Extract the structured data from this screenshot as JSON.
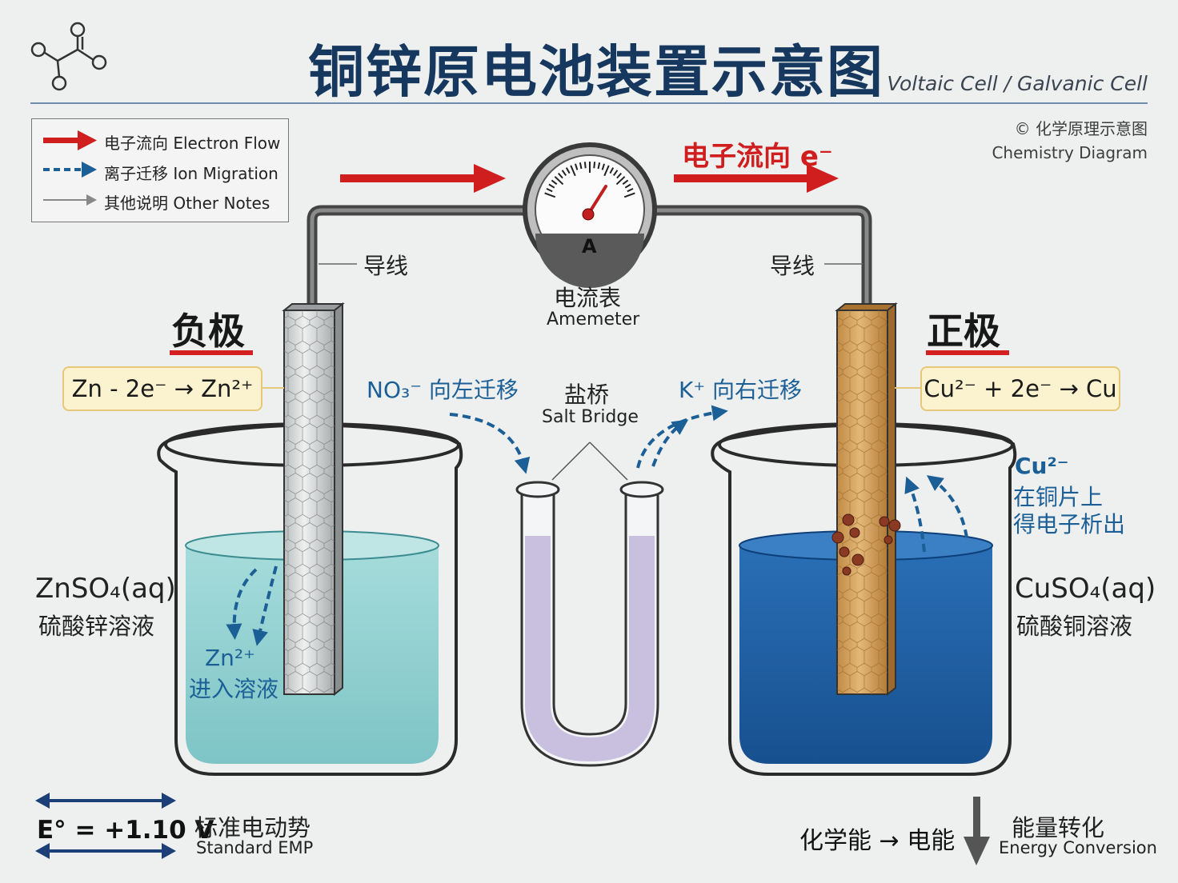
{
  "title": "铜锌原电池装置示意图",
  "subtitle": "Voltaic Cell / Galvanic Cell",
  "copyright": {
    "line1": "© 化学原理示意图",
    "line2": "Chemistry Diagram"
  },
  "legend": [
    {
      "label": "电子流向 Electron Flow",
      "style": "solid-red"
    },
    {
      "label": "离子迁移 Ion Migration",
      "style": "dashed-blue"
    },
    {
      "label": "其他说明 Other Notes",
      "style": "thin-gray"
    }
  ],
  "electron_flow_label": "电子流向 e⁻",
  "ammeter": {
    "symbol": "A",
    "label": "电流表",
    "label_en": "Amemeter"
  },
  "wire_left": "导线",
  "wire_right": "导线",
  "anode": {
    "title": "负极",
    "reaction": "Zn - 2e⁻ → Zn²⁺",
    "solution": "ZnSO₄(aq)",
    "solution_cn": "硫酸锌溶液",
    "ion_note_1": "Zn²⁺",
    "ion_note_2": "进入溶液"
  },
  "cathode": {
    "title": "正极",
    "reaction": "Cu²⁻ + 2e⁻ → Cu",
    "solution": "CuSO₄(aq)",
    "solution_cn": "硫酸铜溶液",
    "ion_note_1": "Cu²⁻",
    "ion_note_2": "在铜片上",
    "ion_note_3": "得电子析出"
  },
  "salt_bridge": {
    "label": "盐桥",
    "label_en": "Salt Bridge",
    "left_ion": "NO₃⁻ 向左迁移",
    "right_ion": "K⁺ 向右迁移"
  },
  "emf": {
    "value": "E° = +1.10 V",
    "label": "标准电动势",
    "label_en": "Standard EMP"
  },
  "energy": {
    "conversion": "化学能 → 电能",
    "label": "能量转化",
    "label_en": "Energy Conversion"
  },
  "colors": {
    "title": "#17385e",
    "electron_arrow": "#d01d1d",
    "ion_arrow": "#1b5f96",
    "znso4": "#8fd0cf",
    "cuso4": "#1f5fa6",
    "zinc": "#c9cccd",
    "copper": "#d2a25c",
    "salt_bridge": "#c8c0de"
  }
}
